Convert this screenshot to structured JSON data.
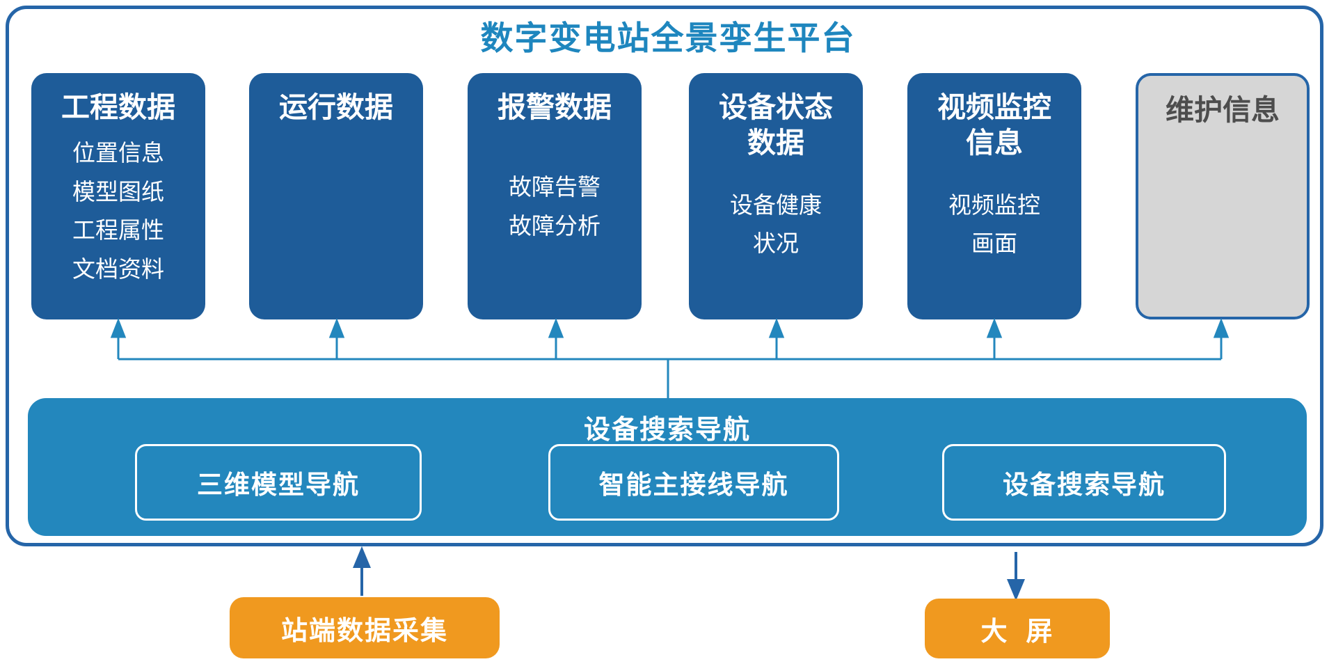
{
  "title": "数字变电站全景孪生平台",
  "colors": {
    "accent_blue": "#2387BD",
    "card_blue": "#1E5C99",
    "outline_blue": "#2565A8",
    "orange": "#F0991F",
    "gray_card_fill": "#D6D6D6",
    "gray_card_text": "#4D4D4D",
    "title_blue": "#1E86BE"
  },
  "cards": [
    {
      "title": "工程数据",
      "items": [
        "位置信息",
        "模型图纸",
        "工程属性",
        "文档资料"
      ]
    },
    {
      "title": "运行数据",
      "items": []
    },
    {
      "title": "报警数据",
      "items": [
        "故障告警",
        "故障分析"
      ]
    },
    {
      "title": "设备状态\n数据",
      "items": [
        "设备健康\n状况"
      ]
    },
    {
      "title": "视频监控\n信息",
      "items": [
        "视频监控\n画面"
      ]
    },
    {
      "title": "维护信息",
      "items": []
    }
  ],
  "nav_bar": {
    "title": "设备搜索导航",
    "items": [
      "三维模型导航",
      "智能主接线导航",
      "设备搜索导航"
    ]
  },
  "bottom": {
    "source_label": "站端数据采集",
    "target_label": "大  屏"
  }
}
